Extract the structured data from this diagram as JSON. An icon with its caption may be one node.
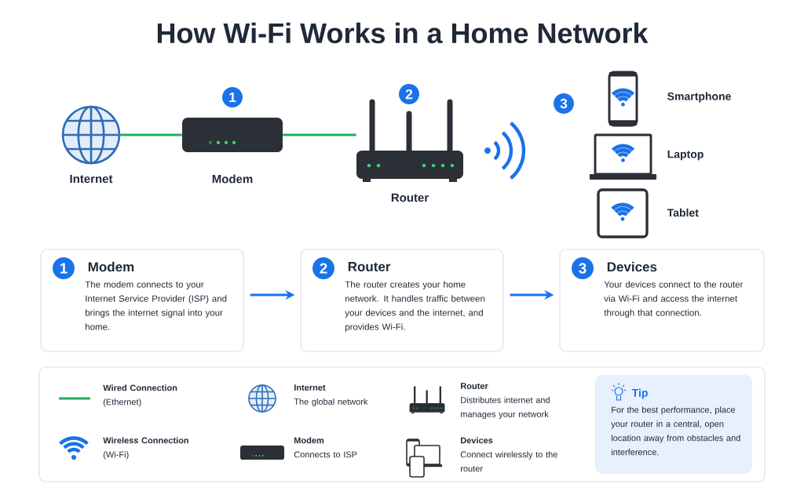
{
  "diagram": {
    "title": "How Wi-Fi Works in a Home Network",
    "nodes": [
      {
        "text": [
          "Internet"
        ]
      },
      {
        "text": [
          "Modem"
        ]
      },
      {
        "text": [
          "Router"
        ]
      },
      {
        "text": [
          "1",
          "Modem",
          "The modem connects to your Internet Service Provider (ISP) and brings the internet signal into your home."
        ]
      },
      {
        "text": [
          "2",
          "Router",
          "The router creates your home network. It handles traffic between your devices and the internet, and provides Wi-Fi."
        ]
      },
      {
        "text": [
          "3",
          "Devices",
          "Your devices connect to the router via Wi-Fi and access the internet through that connection."
        ]
      },
      {
        "text": [
          "Tip",
          "For the best performance, place your router in a central, open location away from obstacles and interference."
        ]
      }
    ],
    "edges": [
      {
        "from": 0,
        "to": 1,
        "arrow": "none",
        "color": "#22b05a"
      },
      {
        "from": 1,
        "to": 2,
        "arrow": "none",
        "color": "#22b05a"
      },
      {
        "from": 3,
        "to": 4,
        "arrow": "to",
        "color": "#1a73e8"
      },
      {
        "from": 4,
        "to": 5,
        "arrow": "to",
        "color": "#1a73e8"
      }
    ],
    "labels": [
      "1",
      "2",
      "3",
      "Smartphone",
      "Laptop",
      "Tablet"
    ],
    "legend": [
      {
        "text": "**Wired Connection** (Ethernet)"
      },
      {
        "text": "**Wireless Connection** (Wi-Fi)"
      },
      {
        "text": "**Internet** The global network"
      },
      {
        "text": "**Modem** Connects to ISP"
      },
      {
        "text": "**Router** Distributes internet and manages your network"
      },
      {
        "text": "**Devices** Connect wirelessly to the router"
      }
    ]
  }
}
